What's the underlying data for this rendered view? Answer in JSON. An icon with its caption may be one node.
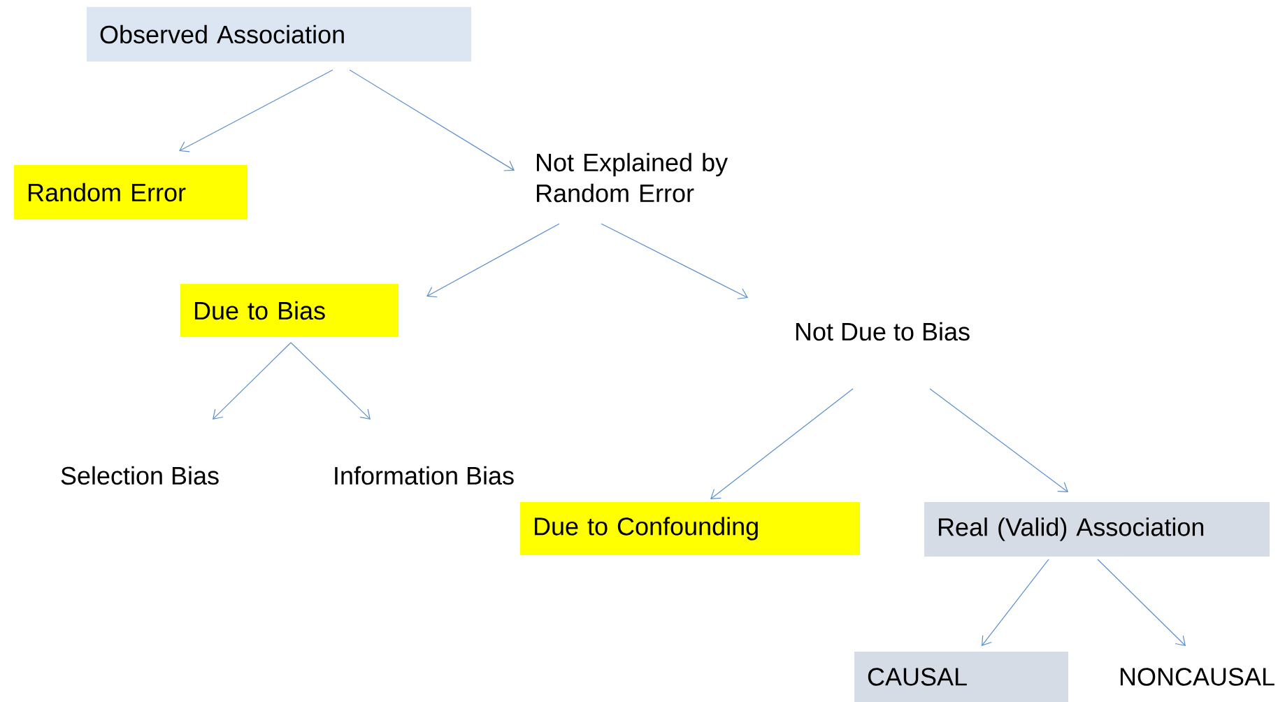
{
  "diagram": {
    "nodes": [
      {
        "text": [
          "Observed Association"
        ]
      },
      {
        "text": [
          "Random Error"
        ]
      },
      {
        "text": [
          "Not Explained by Random Error"
        ]
      },
      {
        "text": [
          "Due to Bias"
        ]
      },
      {
        "text": [
          "Not Due to Bias"
        ]
      },
      {
        "text": [
          "Selection Bias"
        ]
      },
      {
        "text": [
          "Information Bias"
        ]
      },
      {
        "text": [
          "Due to Confounding"
        ]
      },
      {
        "text": [
          "Real (Valid) Association"
        ]
      },
      {
        "text": [
          "CAUSAL"
        ]
      },
      {
        "text": [
          "NONCAUSAL"
        ]
      }
    ],
    "edges": [
      {
        "from": 0,
        "to": 1,
        "arrow": "to"
      },
      {
        "from": 0,
        "to": 2,
        "arrow": "to"
      },
      {
        "from": 2,
        "to": 3,
        "arrow": "to"
      },
      {
        "from": 2,
        "to": 4,
        "arrow": "to"
      },
      {
        "from": 3,
        "to": 5,
        "arrow": "to"
      },
      {
        "from": 3,
        "to": 6,
        "arrow": "to"
      },
      {
        "from": 4,
        "to": 7,
        "arrow": "to"
      },
      {
        "from": 4,
        "to": 8,
        "arrow": "to"
      },
      {
        "from": 8,
        "to": 9,
        "arrow": "to"
      },
      {
        "from": 8,
        "to": 10,
        "arrow": "to"
      }
    ]
  }
}
